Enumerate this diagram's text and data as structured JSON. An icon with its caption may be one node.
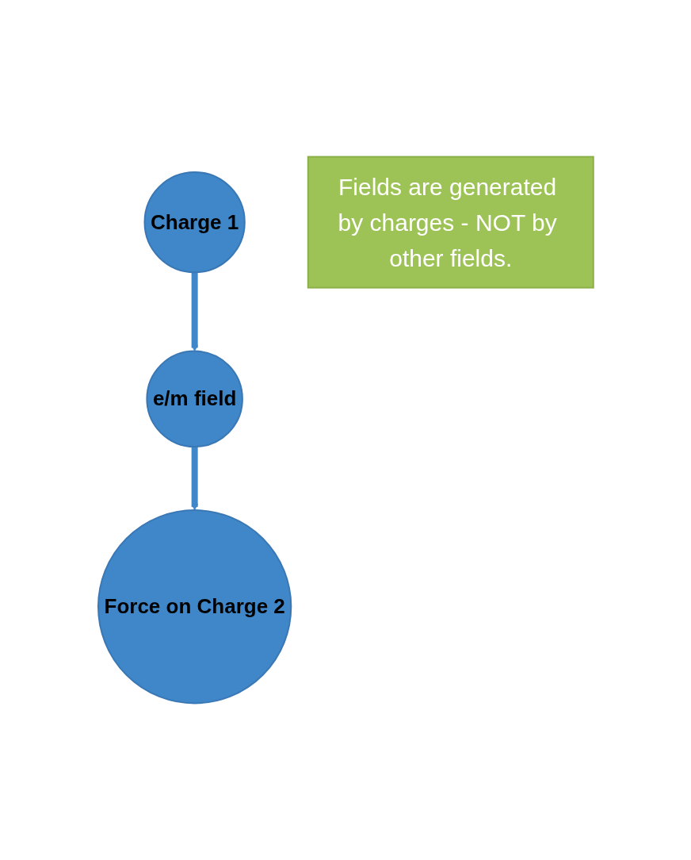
{
  "diagram": {
    "nodes": [
      {
        "text": [
          "Charge 1"
        ]
      },
      {
        "text": [
          "e/m field"
        ]
      },
      {
        "text": [
          "Force on Charge 2"
        ]
      },
      {
        "text": [
          "Fields are generated by charges - NOT by other fields."
        ]
      }
    ],
    "edges": [
      {
        "from": 0,
        "to": 1,
        "arrow": "to"
      },
      {
        "from": 1,
        "to": 2,
        "arrow": "to"
      }
    ]
  }
}
